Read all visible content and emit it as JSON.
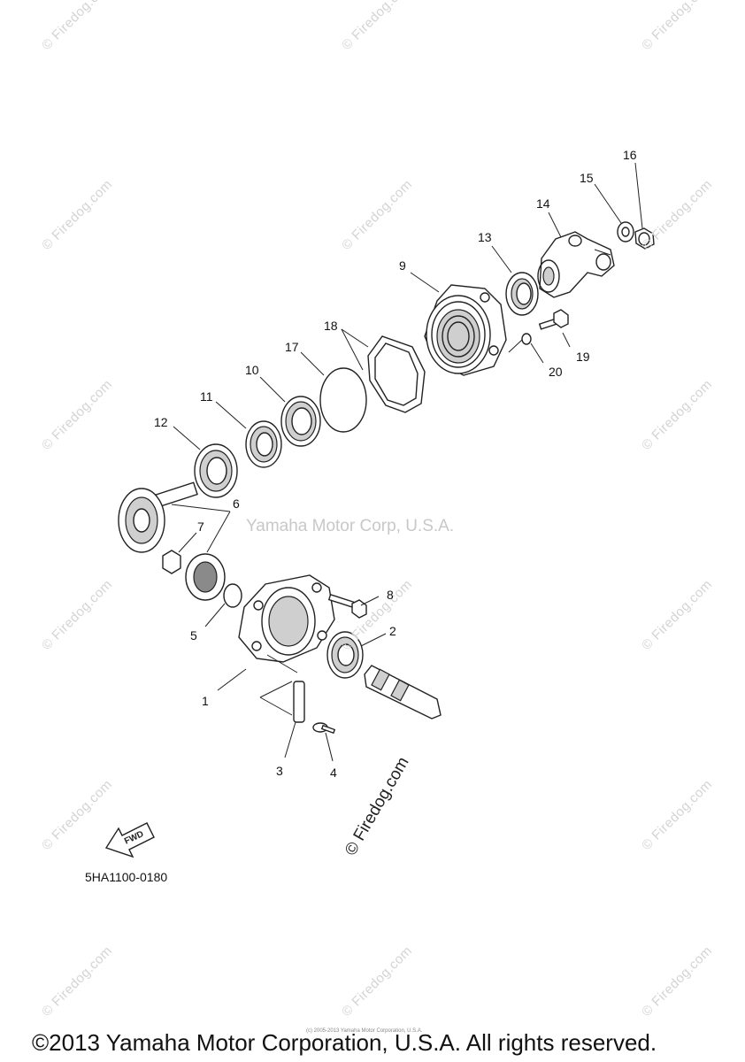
{
  "watermark": {
    "tile_text": "© Firedog.com",
    "center_text": "Yamaha Motor Corp, U.S.A.",
    "large_text": "© Firedog.com"
  },
  "parts": [
    {
      "num": "1"
    },
    {
      "num": "2"
    },
    {
      "num": "3"
    },
    {
      "num": "4"
    },
    {
      "num": "5"
    },
    {
      "num": "6"
    },
    {
      "num": "7"
    },
    {
      "num": "8"
    },
    {
      "num": "9"
    },
    {
      "num": "10"
    },
    {
      "num": "11"
    },
    {
      "num": "12"
    },
    {
      "num": "13"
    },
    {
      "num": "14"
    },
    {
      "num": "15"
    },
    {
      "num": "16"
    },
    {
      "num": "17"
    },
    {
      "num": "18"
    },
    {
      "num": "19"
    },
    {
      "num": "20"
    }
  ],
  "fwd_label": "FWD",
  "diagram_code": "5HA1100-0180",
  "fine_print": "(c) 2005-2013 Yamaha Motor Corporation, U.S.A.",
  "copyright": "©2013 Yamaha Motor Corporation, U.S.A. All rights reserved."
}
